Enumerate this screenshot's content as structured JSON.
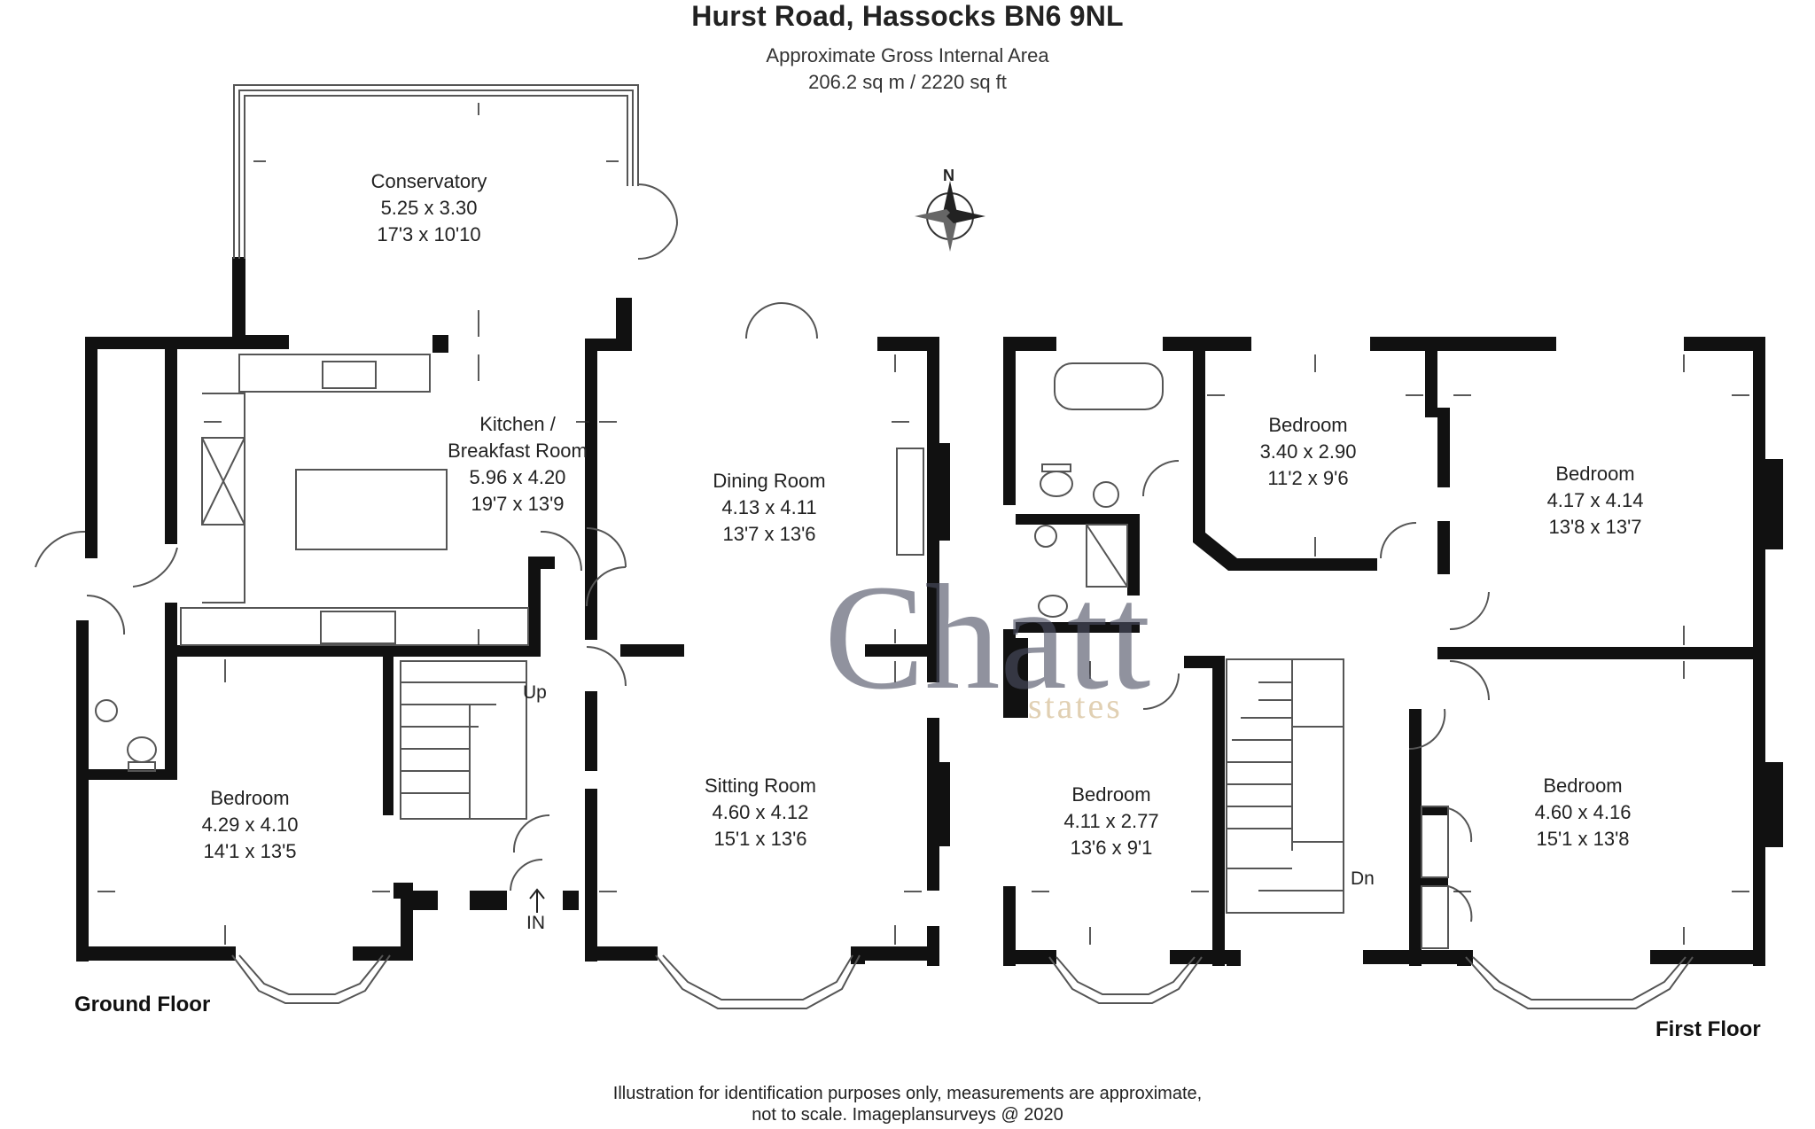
{
  "header": {
    "title": "Hurst Road, Hassocks BN6 9NL",
    "area_label": "Approximate Gross Internal Area",
    "area_value": "206.2 sq m / 2220 sq ft"
  },
  "compass": {
    "label": "N"
  },
  "watermark": {
    "big": "Chatt",
    "small": "states"
  },
  "ground_floor": {
    "label": "Ground Floor",
    "rooms": [
      {
        "name": "Conservatory",
        "metric": "5.25 x 3.30",
        "imperial": "17'3 x 10'10"
      },
      {
        "name": "Kitchen /",
        "name2": "Breakfast Room",
        "metric": "5.96 x 4.20",
        "imperial": "19'7 x 13'9"
      },
      {
        "name": "Dining Room",
        "metric": "4.13 x 4.11",
        "imperial": "13'7 x 13'6"
      },
      {
        "name": "Sitting Room",
        "metric": "4.60 x 4.12",
        "imperial": "15'1 x 13'6"
      },
      {
        "name": "Bedroom",
        "metric": "4.29 x 4.10",
        "imperial": "14'1 x 13'5"
      }
    ],
    "stairs_label": "Up",
    "entrance_label": "IN"
  },
  "first_floor": {
    "label": "First Floor",
    "rooms": [
      {
        "name": "Bedroom",
        "metric": "3.40 x 2.90",
        "imperial": "11'2 x 9'6"
      },
      {
        "name": "Bedroom",
        "metric": "4.17 x 4.14",
        "imperial": "13'8 x 13'7"
      },
      {
        "name": "Bedroom",
        "metric": "4.11 x 2.77",
        "imperial": "13'6 x 9'1"
      },
      {
        "name": "Bedroom",
        "metric": "4.60 x 4.16",
        "imperial": "15'1 x 13'8"
      }
    ],
    "stairs_label": "Dn"
  },
  "footer": {
    "line1": "Illustration for identification purposes only, measurements are approximate,",
    "line2": "not to scale. Imageplansurveys @ 2020"
  },
  "colors": {
    "wall": "#111111",
    "line": "#555555",
    "watermark": "#4c4f62",
    "watermark_accent": "#d7c09a"
  }
}
